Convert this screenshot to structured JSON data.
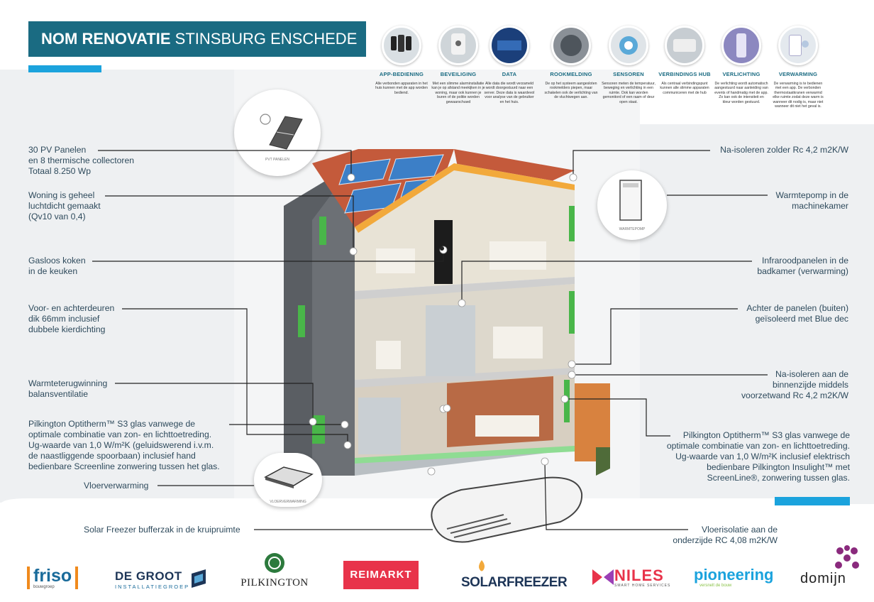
{
  "title": {
    "bold": "NOM RENOVATIE",
    "rest": "STINSBURG ENSCHEDE"
  },
  "features": [
    {
      "title": "APP-BEDIENING",
      "desc": "Alle verbonden apparaten in het huis kunnen met de app worden bediend.",
      "icon": "smartphone-app-icon"
    },
    {
      "title": "BEVEILIGING",
      "desc": "Met een slimme alarminstallatie kan je op afstand meekijken in je woning, maar ook kunnen je buren of de politie worden gewaarschuwd",
      "icon": "security-sensor-icon"
    },
    {
      "title": "DATA",
      "desc": "Alle data die wordt verzameld wordt doorgestuurd naar een server. Deze data is waardevol voor analyse van de gebruiker en het huis.",
      "icon": "data-server-icon"
    },
    {
      "title": "ROOKMELDING",
      "desc": "De op het systeem aangesloten rookmelders piepen, maar schakelen ook de verlichting van de vluchtwegen aan.",
      "icon": "smoke-detector-icon"
    },
    {
      "title": "SENSOREN",
      "desc": "Sensoren meten de temperatuur, beweging en verlichting in een ruimte. Ook kan worden gemonitord of een raam of deur open staat.",
      "icon": "sensor-icon"
    },
    {
      "title": "VERBINDINGS HUB",
      "desc": "Als centraal verbindingspunt kunnen alle slimme apparaten communiceren met de hub",
      "icon": "hub-icon"
    },
    {
      "title": "VERLICHTING",
      "desc": "De verlichting wordt automatisch aangestuurd naar aanleiding van events of handmatig met de app. Zo kan ook de intensiteit en kleur worden gestuurd.",
      "icon": "lighting-icon"
    },
    {
      "title": "VERWARMING",
      "desc": "De verwarming is te bedienen met een app. De verbonden thermostaatkranen verwarmd elke ruimte zodat deze warm is wanneer dit nodig is, maar niet wanneer dit niet het geval is.",
      "icon": "heating-thermostat-icon"
    }
  ],
  "left_labels": [
    "30 PV Panelen\nen 8 thermische collectoren\nTotaal 8.250 Wp",
    "Woning is geheel\nluchtdicht gemaakt\n(Qv10 van 0,4)",
    "Gasloos koken\nin de keuken",
    "Voor- en achterdeuren\ndik 66mm inclusief\ndubbele kierdichting",
    "Warmteterugwinning\nbalansventilatie",
    "Pilkington Optitherm™ S3 glas vanwege de\noptimale combinatie van zon- en lichttoetreding.\nUg-waarde van 1,0 W/m²K (geluidswerend i.v.m.\nde naastliggende spoorbaan) inclusief hand\nbedienbare Screenline zonwering tussen het glas.",
    "Vloerverwarming",
    "Solar Freezer bufferzak in de kruipruimte"
  ],
  "right_labels": [
    "Na-isoleren zolder Rc 4,2 m2K/W",
    "Warmtepomp in de\nmachinekamer",
    "Infraroodpanelen in de\nbadkamer (verwarming)",
    "Achter de panelen (buiten)\ngeïsoleerd met Blue dec",
    "Na-isoleren aan de\nbinnenzijde middels\nvoorzetwand Rc 4,2 m2K/W",
    "Pilkington Optitherm™ S3 glas vanwege de\noptimale combinatie van zon- en lichttoetreding.\nUg-waarde van 1,0 W/m²K  inclusief elektrisch\nbedienbare Pilkington Insulight™ met\nScreenLine®, zonwering tussen glas.",
    "Vloerisolatie aan de\nonderzijde RC 4,08 m2K/W"
  ],
  "bubbles": {
    "pvt": "PVT PANELEN",
    "heatpump": "WARMTEPOMP",
    "floor": "VLOERVERWARMING"
  },
  "logos": {
    "friso": "friso",
    "friso_sub": "bouwgroep",
    "degroot": "DE GROOT",
    "degroot_sub": "INSTALLATIEGROEP",
    "pilkington": "PILKINGTON",
    "reimarkt": "REIMARKT",
    "solarfreezer": "SOLARFREEZER",
    "niles": "NILES",
    "niles_sub": "SMART HOME SERVICES",
    "pioneering": "pioneering",
    "pioneering_sub": "versnelt de bouw",
    "domijn": "domijn"
  },
  "colors": {
    "title_bg": "#1a6b82",
    "accent": "#1ba3dd",
    "text": "#2e4a5c",
    "reimarkt": "#e8334a",
    "friso": "#1a6b9a"
  }
}
